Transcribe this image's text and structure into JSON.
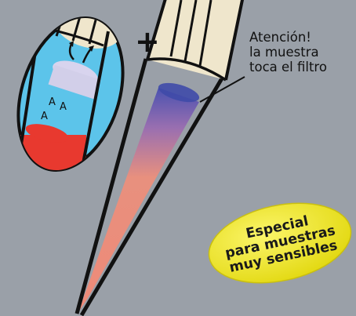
{
  "callout": {
    "lines": [
      "Atención!",
      "la muestra",
      "toca el filtro"
    ]
  },
  "magnifier": {
    "labels": [
      "A",
      "A",
      "A"
    ]
  },
  "badge": {
    "lines": [
      "Especial",
      "para muestras",
      "muy sensibles"
    ]
  },
  "plus_sign": "+",
  "colors": {
    "background": "#9aa0a8",
    "sample_red": "#e8392f",
    "sample_blue": "#4b56b0",
    "filter_cream": "#efe6cc",
    "magnifier_fill": "#5cc4ea",
    "badge_yellow": "#f2ea1a"
  }
}
